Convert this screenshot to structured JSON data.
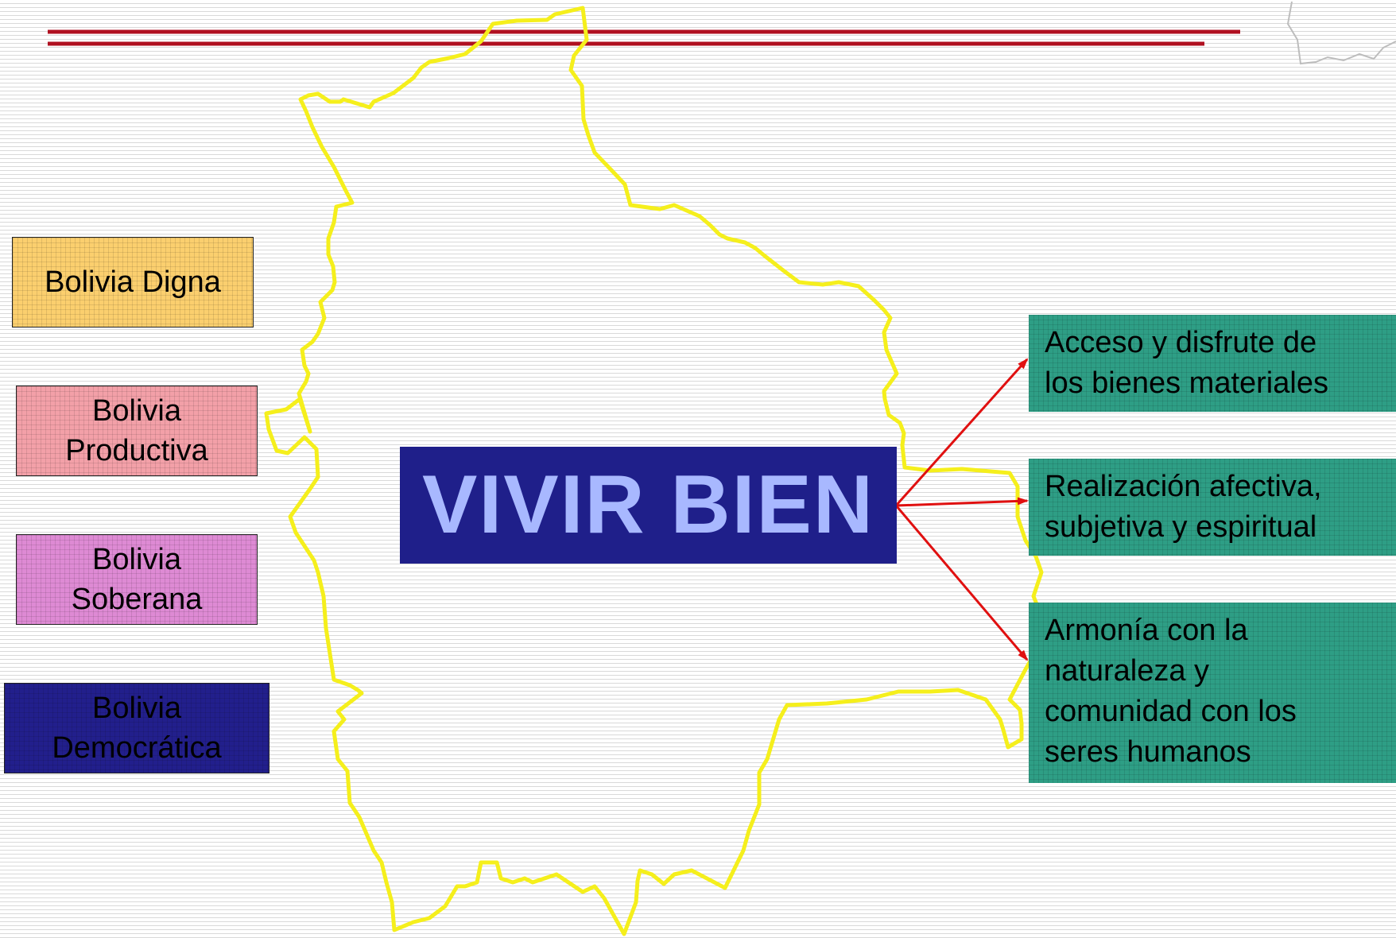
{
  "colors": {
    "background": "#ffffff",
    "header_rule": "#b01020",
    "map_outline": "#f5ef1c",
    "arrows": "#e01010",
    "center_box": "#1f1f8a",
    "center_text": "#a8b8ff",
    "digna": "#fbcf6e",
    "productiva": "#f3a0a8",
    "soberana": "#de8ad4",
    "democratica": "#221f8c",
    "outcome": "#2e9e85"
  },
  "center": {
    "title": "VIVIR BIEN"
  },
  "pillars": [
    {
      "lines": [
        "Bolivia Digna"
      ]
    },
    {
      "lines": [
        "Bolivia",
        "Productiva"
      ]
    },
    {
      "lines": [
        "Bolivia",
        "Soberana"
      ]
    },
    {
      "lines": [
        "Bolivia",
        "Democrática"
      ]
    }
  ],
  "outcomes": [
    {
      "lines": [
        "Acceso y disfrute de",
        "los bienes materiales"
      ]
    },
    {
      "lines": [
        "Realización afectiva,",
        "subjetiva y espiritual"
      ]
    },
    {
      "lines": [
        "Armonía con la",
        "naturaleza y",
        "comunidad con los",
        "seres humanos"
      ]
    }
  ]
}
